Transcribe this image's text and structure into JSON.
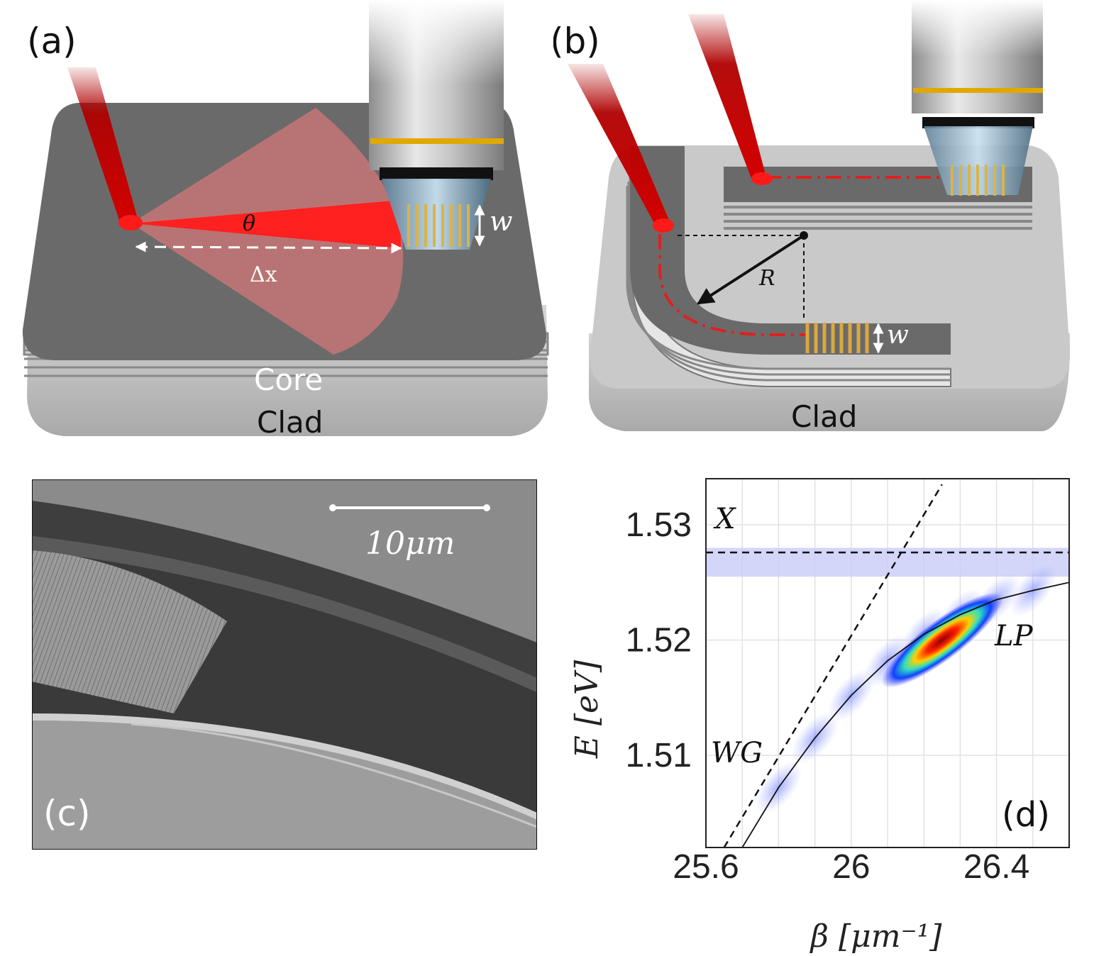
{
  "panels": {
    "a": {
      "label": "(a)",
      "angle_label": "θ",
      "distance_label": "Δx",
      "width_label": "w",
      "core_label": "Core",
      "clad_label": "Clad"
    },
    "b": {
      "label": "(b)",
      "radius_label": "R",
      "width_label": "w",
      "clad_label": "Clad"
    },
    "c": {
      "label": "(c)",
      "scalebar_label": "10μm"
    },
    "d": {
      "label": "(d)",
      "exciton_label": "X",
      "waveguide_label": "WG",
      "polariton_label": "LP"
    }
  },
  "chart_data": {
    "type": "heatmap",
    "xlabel": "β [μm⁻¹]",
    "ylabel": "E [eV]",
    "xlim": [
      25.6,
      26.6
    ],
    "ylim": [
      1.502,
      1.534
    ],
    "xticks": [
      "25.6",
      "26",
      "26.4"
    ],
    "yticks": [
      "1.51",
      "1.52",
      "1.53"
    ],
    "grid": true,
    "series": [
      {
        "name": "X",
        "style": "dashed",
        "x": [
          25.6,
          26.6
        ],
        "y": [
          1.5276,
          1.5276
        ]
      },
      {
        "name": "WG",
        "style": "dashed",
        "x": [
          25.65,
          26.25
        ],
        "y": [
          1.502,
          1.5335
        ]
      },
      {
        "name": "LP",
        "style": "solid",
        "x": [
          25.7,
          25.8,
          25.9,
          26.0,
          26.1,
          26.2,
          26.3,
          26.4,
          26.5,
          26.6
        ],
        "y": [
          1.502,
          1.5072,
          1.5115,
          1.5152,
          1.5182,
          1.5205,
          1.5222,
          1.5235,
          1.5243,
          1.525
        ]
      }
    ],
    "intensity": {
      "colormap": "jet on white",
      "band": {
        "x": [
          25.6,
          26.6
        ],
        "y": [
          1.5255,
          1.528
        ]
      },
      "peak_region": {
        "x": [
          26.05,
          26.45
        ],
        "y": [
          1.516,
          1.524
        ]
      }
    }
  }
}
